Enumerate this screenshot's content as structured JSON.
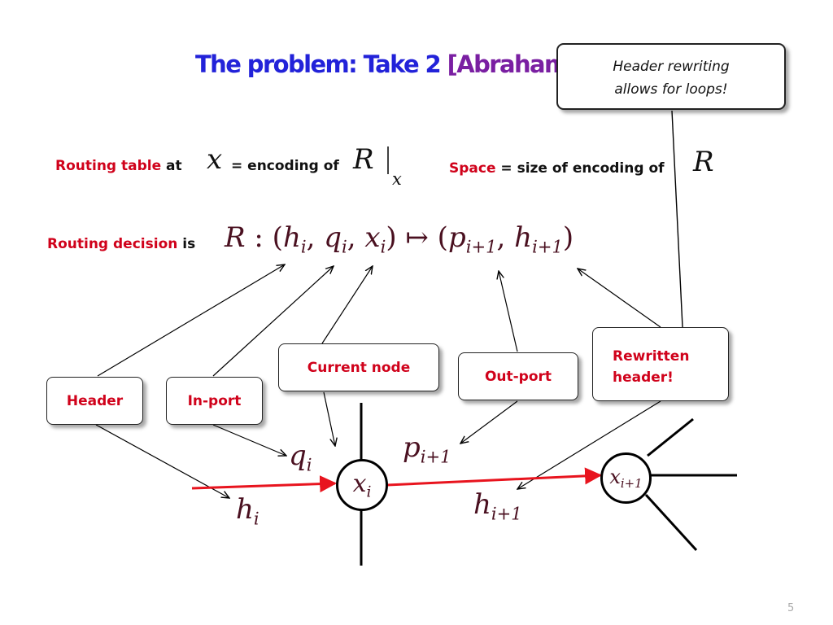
{
  "title": {
    "main": "The problem: Take 2 ",
    "ref": "[Abraham"
  },
  "callout": {
    "line1": "Header rewriting",
    "line2": "allows for loops!"
  },
  "routing_table": {
    "red": "Routing table",
    "text1": " at ",
    "text2": " = encoding of "
  },
  "space": {
    "red": "Space",
    "text": " = size of encoding of"
  },
  "routing_decision": {
    "red": "Routing decision",
    "text": " is"
  },
  "boxes": {
    "header": "Header",
    "inport": "In-port",
    "current_node": "Current node",
    "outport": "Out-port",
    "rewritten_line1": "Rewritten",
    "rewritten_line2": "header!"
  },
  "math": {
    "x": "x",
    "R": "R",
    "x_sub": "x",
    "formula": "R : (h_i, q_i, x_i) ↦ (p_{i+1}, h_{i+1})"
  },
  "page_number": "5",
  "colors": {
    "title_blue": "#2222d9",
    "title_purple": "#7a1fa2",
    "accent_red": "#d0021b",
    "edge_red": "#e8141e",
    "math": "#4a1020"
  }
}
